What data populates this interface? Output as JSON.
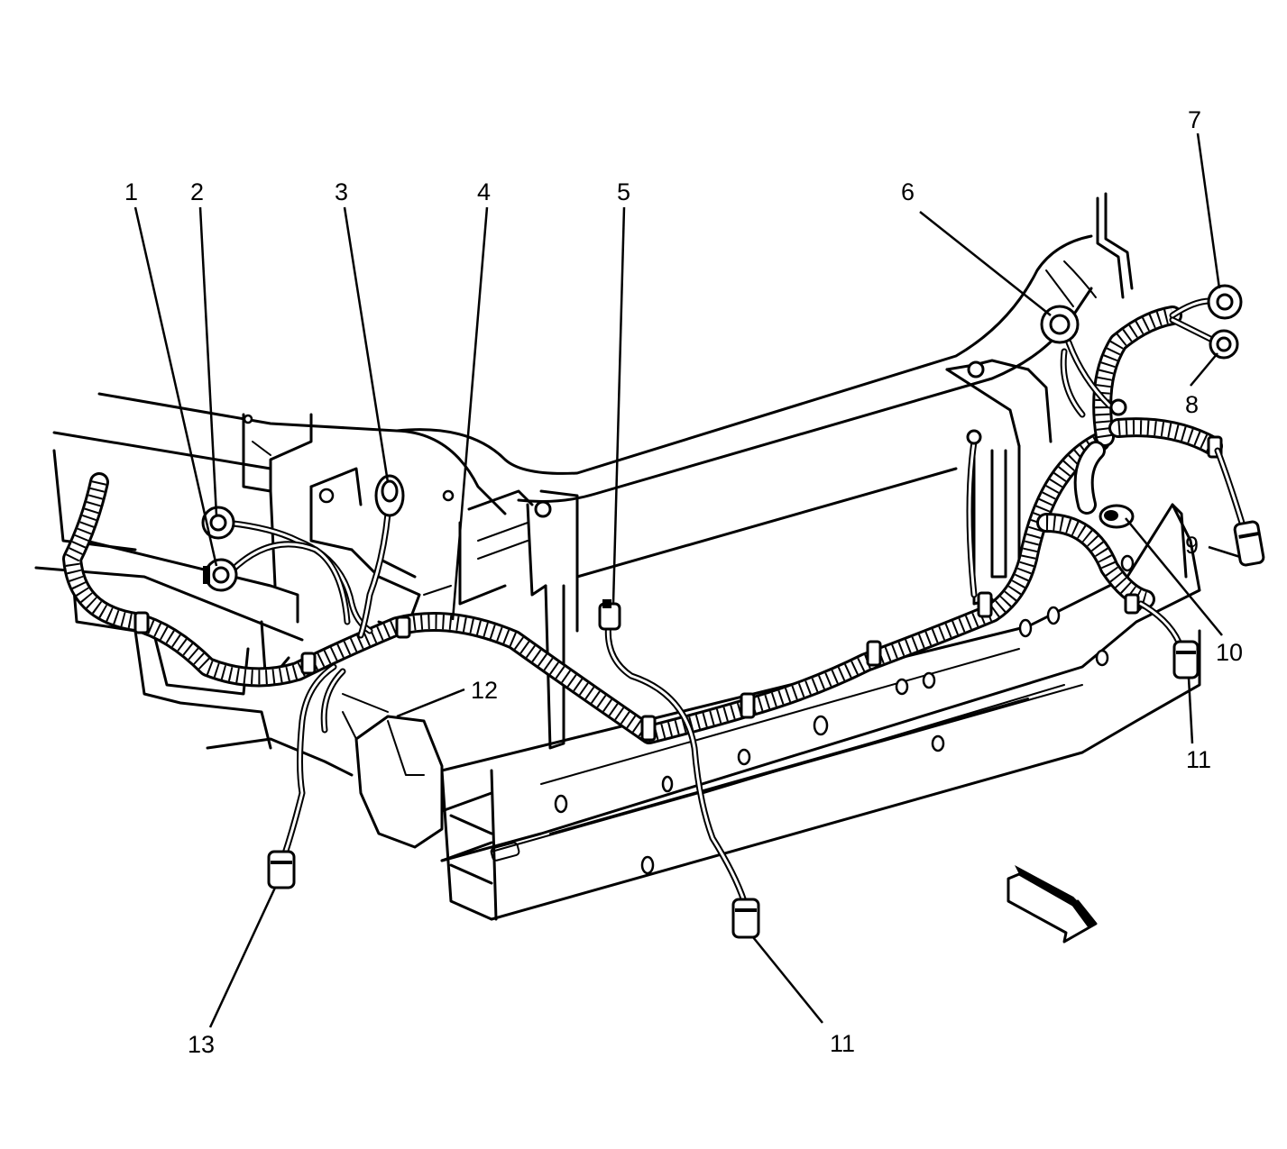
{
  "callouts": [
    {
      "id": "1",
      "label": "1"
    },
    {
      "id": "2",
      "label": "2"
    },
    {
      "id": "3",
      "label": "3"
    },
    {
      "id": "4",
      "label": "4"
    },
    {
      "id": "5",
      "label": "5"
    },
    {
      "id": "6",
      "label": "6"
    },
    {
      "id": "7",
      "label": "7"
    },
    {
      "id": "8",
      "label": "8"
    },
    {
      "id": "9",
      "label": "9"
    },
    {
      "id": "10",
      "label": "10"
    },
    {
      "id": "11a",
      "label": "11"
    },
    {
      "id": "11b",
      "label": "11"
    },
    {
      "id": "12",
      "label": "12"
    },
    {
      "id": "13",
      "label": "13"
    }
  ],
  "icons": {
    "direction_arrow": "front-direction-arrow-icon"
  }
}
